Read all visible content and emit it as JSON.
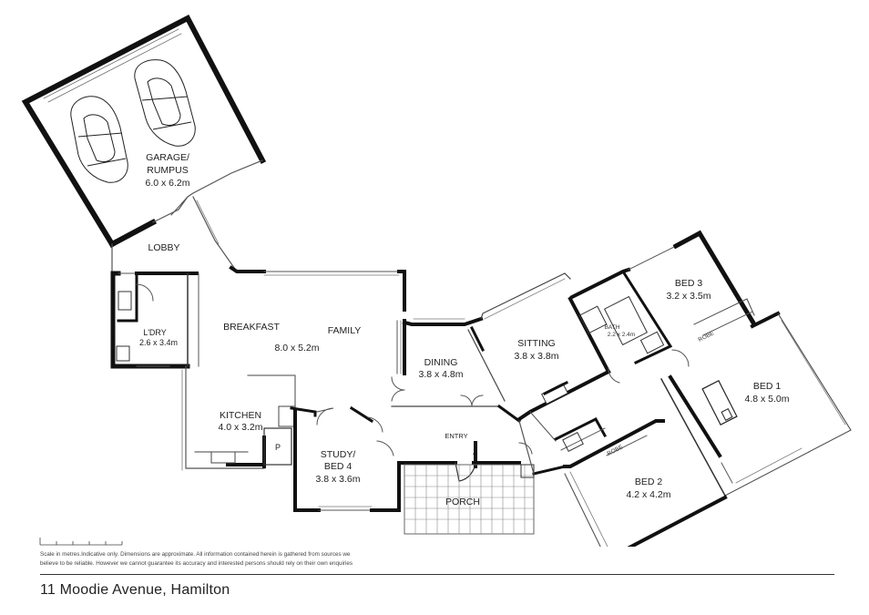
{
  "rooms": {
    "garage": {
      "name_line1": "GARAGE/",
      "name_line2": "RUMPUS",
      "dims": "6.0 x 6.2m"
    },
    "lobby": {
      "name": "LOBBY"
    },
    "laundry": {
      "name": "L'DRY",
      "dims": "2.6 x 3.4m"
    },
    "breakfast": {
      "name": "BREAKFAST"
    },
    "family": {
      "name": "FAMILY",
      "dims": "8.0 x 5.2m"
    },
    "dining": {
      "name": "DINING",
      "dims": "3.8 x 4.8m"
    },
    "sitting": {
      "name": "SITTING",
      "dims": "3.8 x 3.8m"
    },
    "kitchen": {
      "name": "KITCHEN",
      "dims": "4.0 x 3.2m"
    },
    "pantry": {
      "name": "P"
    },
    "study": {
      "name_line1": "STUDY/",
      "name_line2": "BED 4",
      "dims": "3.8 x 3.6m"
    },
    "entry": {
      "name": "ENTRY"
    },
    "porch": {
      "name": "PORCH"
    },
    "bath": {
      "name": "BATH",
      "dims": "2.2 x 2.4m"
    },
    "bed3": {
      "name": "BED 3",
      "dims": "3.2 x 3.5m"
    },
    "bed1": {
      "name": "BED 1",
      "dims": "4.8 x 5.0m"
    },
    "bed2": {
      "name": "BED 2",
      "dims": "4.2 x 4.2m"
    },
    "robe1": {
      "name": "ROBE"
    },
    "robe2": {
      "name": "ROBE"
    }
  },
  "footer": {
    "disclaimer_line1": "Scale in metres.Indicative only. Dimensions are approximate. All information contained herein is gathered from sources we",
    "disclaimer_line2": "believe to be reliable. However we cannot guarantee its accuracy and interested persons should rely on their own enquiries",
    "address": "11 Moodie Avenue, Hamilton"
  },
  "colors": {
    "wall": "#111111",
    "thin": "#555555"
  }
}
